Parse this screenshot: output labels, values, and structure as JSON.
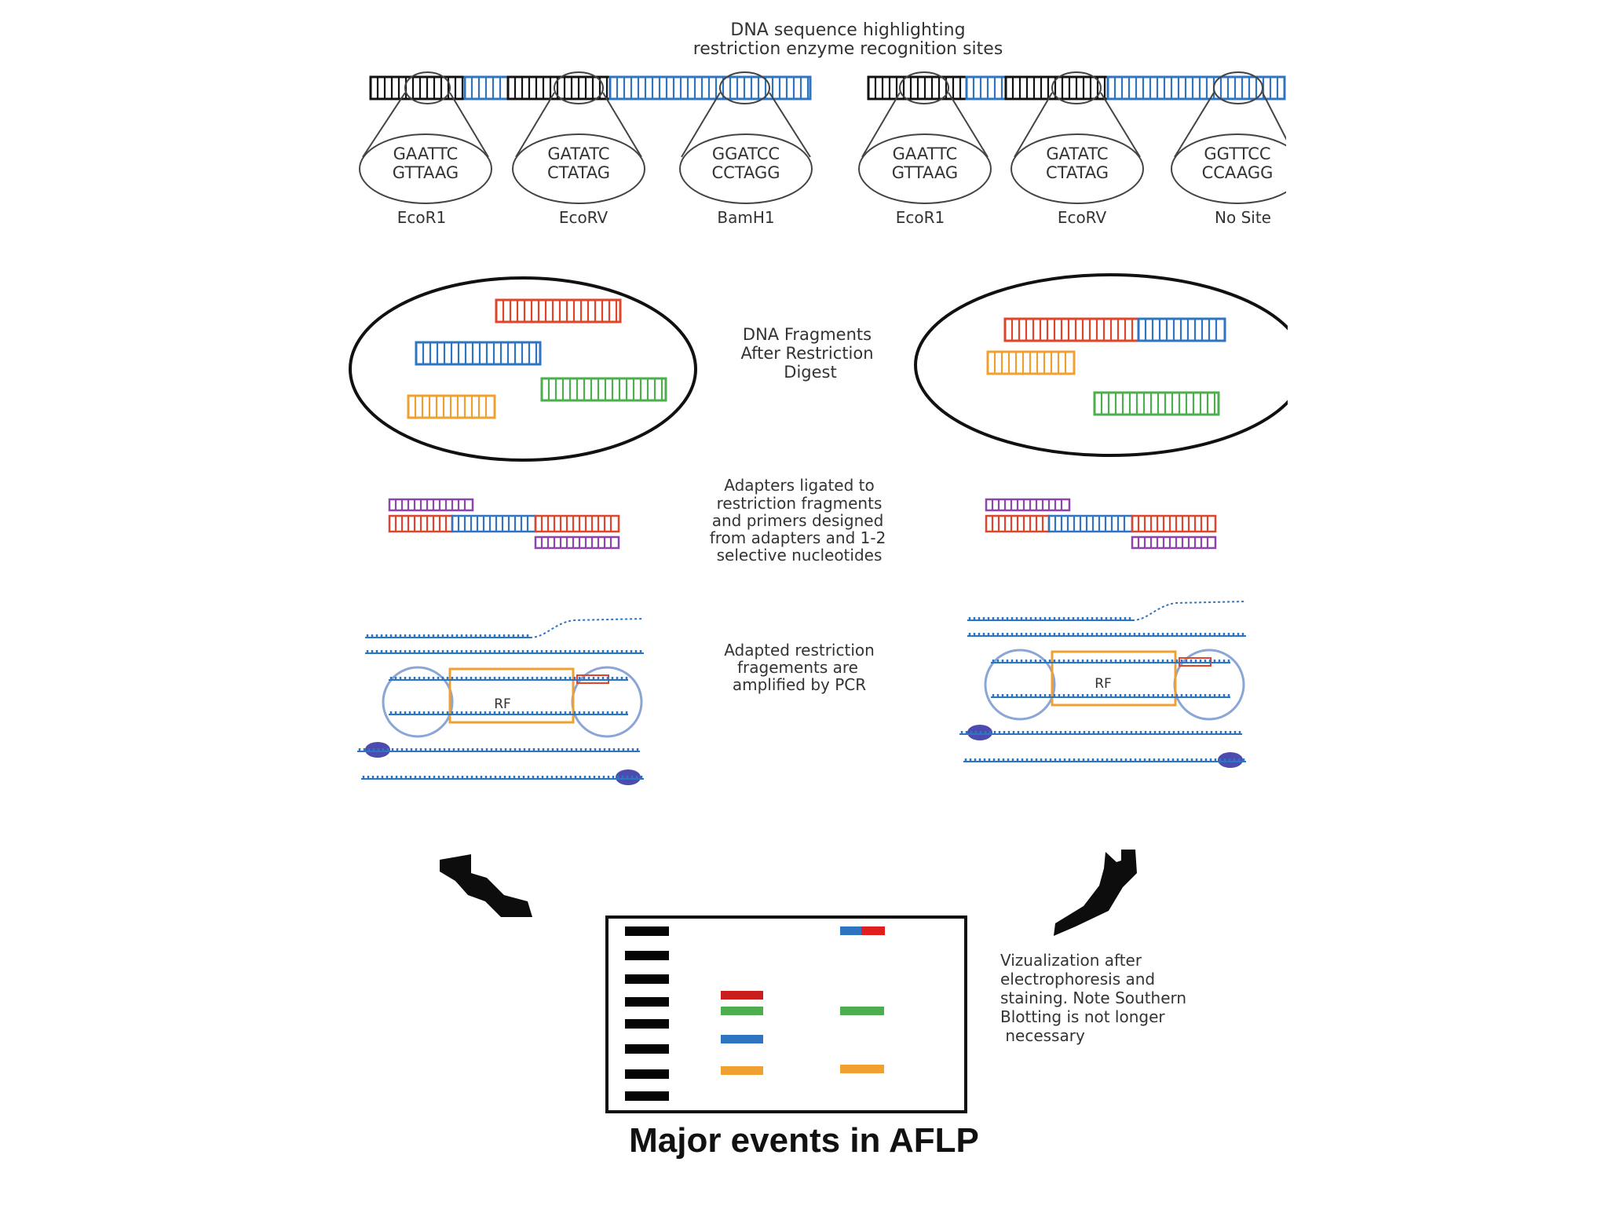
{
  "title_lines": [
    "DNA sequence highlighting",
    "restriction enzyme recognition sites"
  ],
  "sites_left": [
    {
      "top": "GAATTC",
      "bottom": "GTTAAG",
      "enzyme": "EcoR1"
    },
    {
      "top": "GATATC",
      "bottom": "CTATAG",
      "enzyme": "EcoRV"
    },
    {
      "top": "GGATCC",
      "bottom": "CCTAGG",
      "enzyme": "BamH1"
    }
  ],
  "sites_right": [
    {
      "top": "GAATTC",
      "bottom": "GTTAAG",
      "enzyme": "EcoR1"
    },
    {
      "top": "GATATC",
      "bottom": "CTATAG",
      "enzyme": "EcoRV"
    },
    {
      "top": "GGTTCC",
      "bottom": "CCAAGG",
      "enzyme": "No Site"
    }
  ],
  "fragments_lines": [
    "DNA Fragments",
    "After Restriction",
    "Digest"
  ],
  "adapters_lines": [
    "Adapters ligated to",
    "restriction fragments",
    "and primers designed",
    "from adapters and 1-2",
    "selective nucleotides"
  ],
  "pcr_lines": [
    "Adapted restriction",
    "fragements are",
    "amplified by PCR"
  ],
  "rf_label": "RF",
  "viz_lines": [
    "Vizualization after",
    "electrophoresis and",
    "staining. Note Southern",
    "Blotting is not longer",
    " necessary"
  ],
  "caption": "Major events in AFLP",
  "colors": {
    "blue": "#2f74c0",
    "black": "#111111",
    "red": "#e0452a",
    "green": "#4cae4c",
    "orange": "#f0a030",
    "purple": "#8e44ad",
    "circle": "#8aa6d6",
    "rf_box": "#f0a030",
    "marker": "#4b4bb0"
  }
}
